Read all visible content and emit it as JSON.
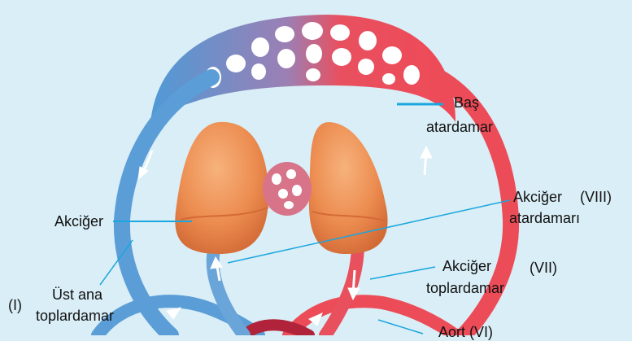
{
  "colors": {
    "background": "#d9eef6",
    "vein_blue": "#4f8fd0",
    "artery_red": "#ea4f5c",
    "lung_orange": "#e98a4e",
    "leader_line": "#1aa6de"
  },
  "labels": {
    "bas_line1": "Baş",
    "bas_line2": "atardamar",
    "akciger_left": "Akciğer",
    "akciger_atardamar_line1": "Akciğer",
    "akciger_atardamar_line2": "atardamarı",
    "akciger_atardamar_num": "(VIII)",
    "akciger_toplardamar_line1": "Akciğer",
    "akciger_toplardamar_line2": "toplardamar",
    "akciger_toplardamar_num": "(VII)",
    "ust_ana_line1": "Üst ana",
    "ust_ana_line2": "toplardamar",
    "ust_ana_num": "(I)",
    "aort": "Aort (VI)"
  }
}
